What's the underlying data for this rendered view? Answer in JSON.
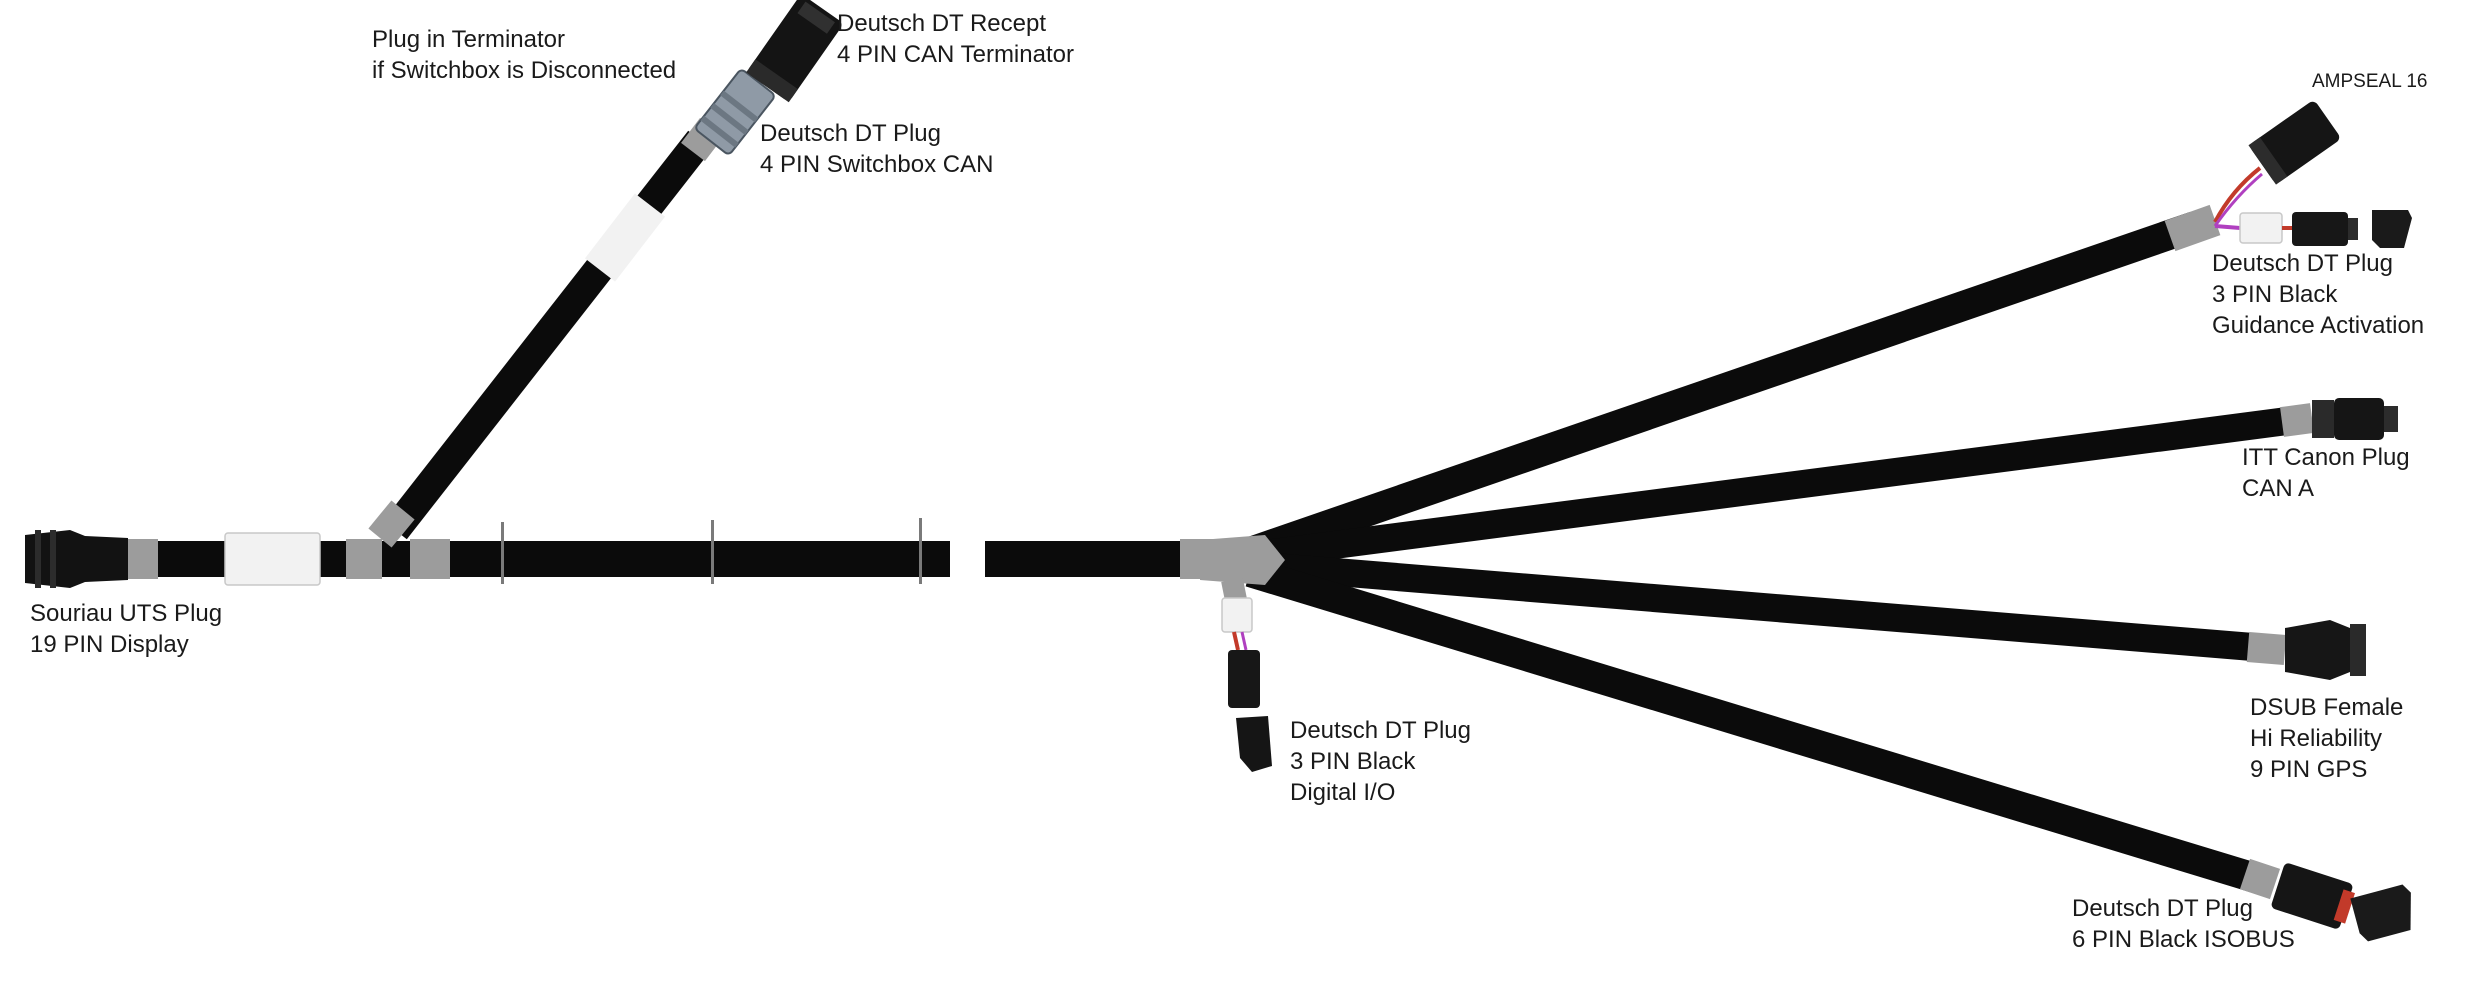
{
  "colors": {
    "cable": "#0b0b0b",
    "sleeve_gray": "#9c9c9c",
    "sleeve_white": "#f2f2f2",
    "connector": "#1c1c1c",
    "wire_red": "#c23a2a",
    "wire_violet": "#b040c0",
    "label_text": "#1a1a1a"
  },
  "labels": {
    "terminator_note": [
      "Plug in Terminator",
      "if Switchbox is Disconnected"
    ],
    "can_terminator": [
      "Deutsch DT Recept",
      "4 PIN CAN Terminator"
    ],
    "switchbox_can": [
      "Deutsch DT Plug",
      "4 PIN Switchbox CAN"
    ],
    "souriau": [
      "Souriau UTS Plug",
      "19 PIN Display"
    ],
    "ampseal": "AMPSEAL 16",
    "guidance": [
      "Deutsch DT Plug",
      "3 PIN Black",
      "Guidance Activation"
    ],
    "itt_canon": [
      "ITT Canon Plug",
      "CAN A"
    ],
    "dsub": [
      "DSUB Female",
      "Hi Reliability",
      "9 PIN GPS"
    ],
    "digital_io": [
      "Deutsch DT Plug",
      "3 PIN Black",
      "Digital I/O"
    ],
    "isobus": [
      "Deutsch DT Plug",
      "6 PIN Black ISOBUS"
    ]
  }
}
